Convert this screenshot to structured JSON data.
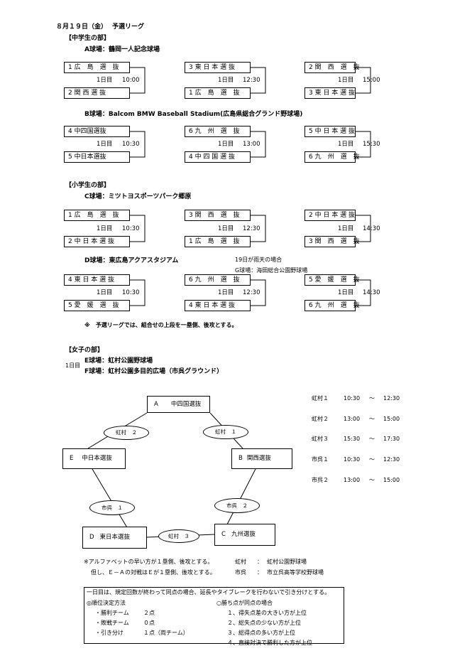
{
  "header": {
    "date": "８月１９日（金）",
    "title": "予選リーグ"
  },
  "junior_high": {
    "heading": "【中学生の部】",
    "venueA": "A球場：鶴岡一人記念球場",
    "venueB": "B球場：Balcom BMW Baseball Stadium(広島県総合グランド野球場)",
    "matches": [
      {
        "top": "1 広　島　選　抜",
        "bottom": "2 関 西 選 抜",
        "day": "1日目",
        "time": "10:00"
      },
      {
        "top": "3 東 日 本 選 抜",
        "bottom": "1 広　島　選　抜",
        "day": "1日目",
        "time": "12:30"
      },
      {
        "top": "2 関　西　選　抜",
        "bottom": "3 東 日 本 選 抜",
        "day": "1日目",
        "time": "15:00"
      },
      {
        "top": "4 中四国選抜",
        "bottom": "5 中日本選抜",
        "day": "1日目",
        "time": "10:30"
      },
      {
        "top": "6 九　州　選　抜",
        "bottom": "4 中 四 国 選 抜",
        "day": "1日目",
        "time": "13:00"
      },
      {
        "top": "5 中 日 本 選 抜",
        "bottom": "6 九　州　選　抜",
        "day": "1日目",
        "time": "15:30"
      }
    ]
  },
  "elementary": {
    "heading": "【小学生の部】",
    "venueC": "C球場：ミツトヨスポーツパーク郷原",
    "venueD": "D球場：東広島アクアスタジアム",
    "rain_note_1": "19日が雨天の場合",
    "rain_note_2": "G球場：海田総合公園野球場",
    "matches": [
      {
        "top": "1 広　島　選　抜",
        "bottom": "2 中 日 本 選 抜",
        "day": "1日目",
        "time": "10:30"
      },
      {
        "top": "3 関　西　選　抜",
        "bottom": "1 広　島　選　抜",
        "day": "1日目",
        "time": "12:30"
      },
      {
        "top": "2 中 日 本 選 抜",
        "bottom": "3 関　西　選　抜",
        "day": "1日目",
        "time": "14:30"
      },
      {
        "top": "4 東 日 本 選 抜",
        "bottom": "5 愛　媛　選　抜",
        "day": "1日目",
        "time": "10:30"
      },
      {
        "top": "6 九　州　選　抜",
        "bottom": "4 東 日 本 選 抜",
        "day": "1日目",
        "time": "12:30"
      },
      {
        "top": "5 愛　媛　選　抜",
        "bottom": "6 九　州　選　抜",
        "day": "1日目",
        "time": "14:30"
      }
    ],
    "note": "※　予選リーグでは、組合せの上段を一塁側、後攻とする。"
  },
  "women": {
    "heading": "【女子の部】",
    "day_label": "1日目",
    "venueE": "E球場：虹村公園野球場",
    "venueF": "F球場：虹村公園多目的広場（市呉グラウンド）",
    "teams": {
      "A": {
        "letter": "A",
        "name": "中四国選抜"
      },
      "B": {
        "letter": "B",
        "name": "関西選抜"
      },
      "C": {
        "letter": "C",
        "name": "九州選抜"
      },
      "D": {
        "letter": "D",
        "name": "東日本選抜"
      },
      "E": {
        "letter": "E",
        "name": "中日本選抜"
      }
    },
    "edges": {
      "AB": "虹村　１",
      "AE": "虹村　２",
      "CD": "虹村　３",
      "DE": "市呉　１",
      "BC": "市呉　２"
    },
    "schedule": [
      {
        "name": "虹村１",
        "start": "10:30",
        "sep": "～",
        "end": "12:30"
      },
      {
        "name": "虹村２",
        "start": "13:00",
        "sep": "～",
        "end": "15:00"
      },
      {
        "name": "虹村３",
        "start": "15:30",
        "sep": "～",
        "end": "17:30"
      },
      {
        "name": "市呉１",
        "start": "10:30",
        "sep": "～",
        "end": "12:30"
      },
      {
        "name": "市呉２",
        "start": "13:00",
        "sep": "～",
        "end": "15:00"
      }
    ],
    "note1": "※アルファベットの早い方が１塁側、後攻とする。",
    "note2": "但し、Ｅ－Ａの対戦はＥが１塁側、後攻とする。",
    "legend1_key": "虹村",
    "legend1_sep": "：",
    "legend1_val": "虹村公園野球場",
    "legend2_key": "市呉",
    "legend2_sep": "：",
    "legend2_val": "市立呉高等学校野球場"
  },
  "rules": {
    "line1": "一日目は、規定回数が終わって同点の場合、延長やタイブレークを行わないで引き分けとする。",
    "left_title": "◎順位決定方法",
    "left": [
      {
        "label": "・勝利チーム",
        "value": "２点"
      },
      {
        "label": "・敗戦チーム",
        "value": "０点"
      },
      {
        "label": "・引き分け",
        "value": "１点（両チーム）"
      }
    ],
    "right_title": "○勝ち点が同点の場合",
    "right": [
      "１、得失点差の大きい方が上位",
      "２、総失点の少ない方が上位",
      "３、総得点の多い方が上位",
      "４、直接対決で勝利した方が上位"
    ]
  }
}
